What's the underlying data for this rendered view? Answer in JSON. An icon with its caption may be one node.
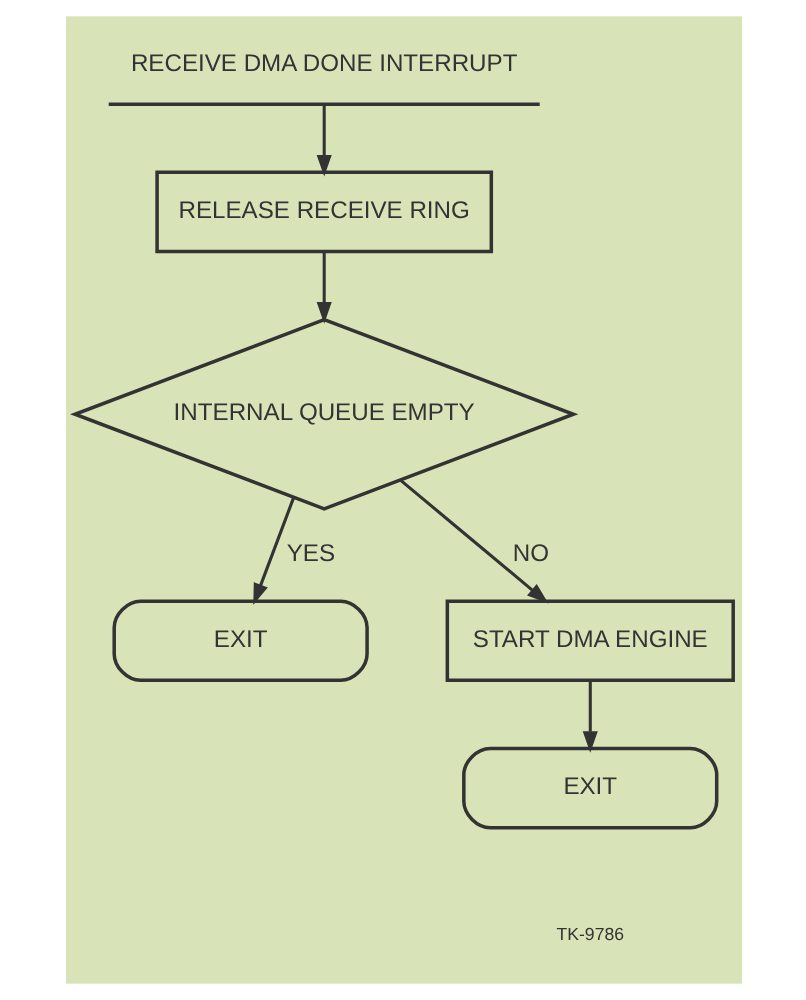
{
  "diagram": {
    "nodes": [
      {
        "text": [
          "RECEIVE DMA DONE INTERRUPT"
        ]
      },
      {
        "text": [
          "RELEASE RECEIVE RING"
        ]
      },
      {
        "text": [
          "INTERNAL QUEUE EMPTY"
        ]
      },
      {
        "text": [
          "EXIT"
        ]
      },
      {
        "text": [
          "START DMA ENGINE"
        ]
      },
      {
        "text": [
          "EXIT"
        ]
      }
    ],
    "edges": [
      {
        "from": 0,
        "to": 1,
        "arrow": "to"
      },
      {
        "from": 1,
        "to": 2,
        "arrow": "to"
      },
      {
        "from": 2,
        "to": 3,
        "arrow": "to",
        "label": "YES"
      },
      {
        "from": 2,
        "to": 4,
        "arrow": "to",
        "label": "NO"
      },
      {
        "from": 4,
        "to": 5,
        "arrow": "to"
      }
    ],
    "labels": [
      "TK-9786"
    ]
  }
}
